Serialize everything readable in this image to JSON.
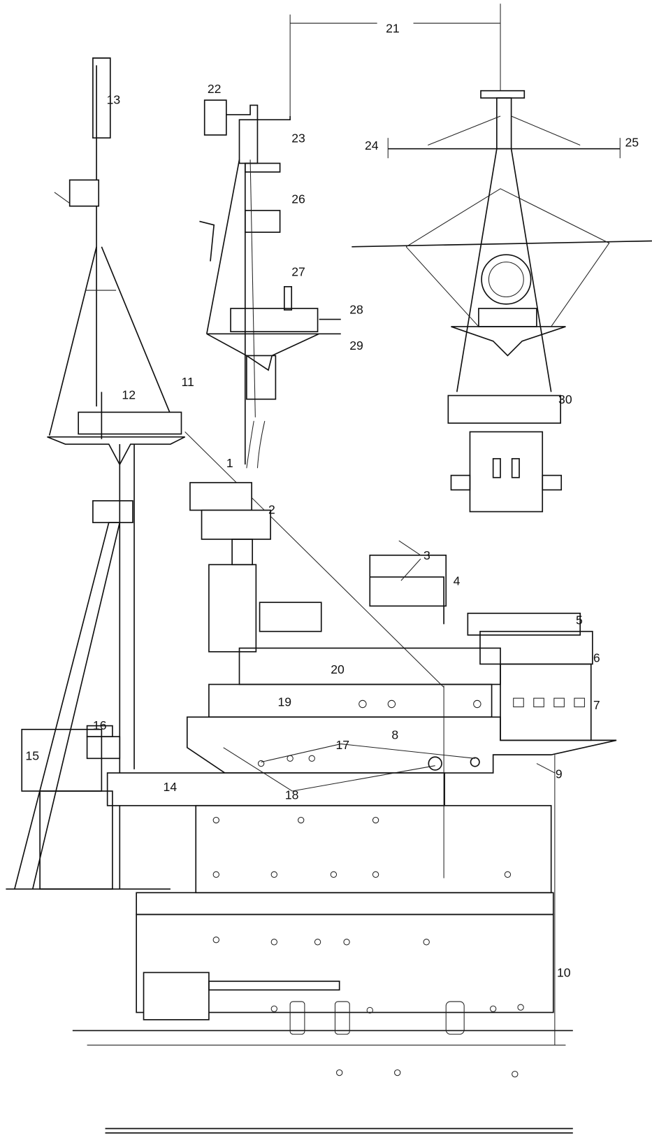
{
  "callouts": [
    "1",
    "2",
    "3",
    "4",
    "5",
    "6",
    "7",
    "8",
    "9",
    "10",
    "11",
    "12",
    "13",
    "14",
    "15",
    "16",
    "17",
    "18",
    "19",
    "20",
    "21",
    "22",
    "23",
    "24",
    "25",
    "26",
    "27",
    "28",
    "29",
    "30"
  ],
  "colors": {
    "ink": "#111111",
    "paper": "#ffffff"
  }
}
